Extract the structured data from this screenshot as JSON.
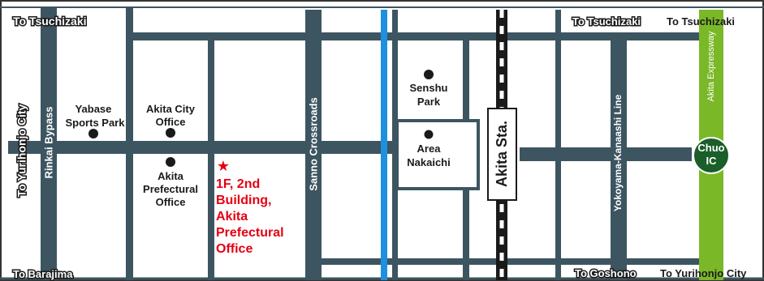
{
  "labels": {
    "to_tsuchizaki_left": "To Tsuchizaki",
    "to_tsuchizaki_right_outline": "To Tsuchizaki",
    "to_tsuchizaki_right": "To Tsuchizaki",
    "to_yurihonjo_city_left": "To Yurihonjo City",
    "to_barajima": "To Barajima",
    "to_goshono": "To Goshono",
    "to_yurihonjo_city_bottom": "To Yurihonjo City"
  },
  "roads": {
    "rinkai_bypass": "Rinkai Bypass",
    "sanno_crossroads": "Sanno Crossroads",
    "yokoyama_kanaashi_line": "Yokoyama-Kanaashi Line",
    "akita_expressway": "Akita Expressway"
  },
  "places": {
    "yabase_line1": "Yabase",
    "yabase_line2": "Sports Park",
    "city_office_line1": "Akita City",
    "city_office_line2": "Office",
    "pref_office_line1": "Akita",
    "pref_office_line2": "Prefectural",
    "pref_office_line3": "Office",
    "senshu_line1": "Senshu",
    "senshu_line2": "Park",
    "area_line1": "Area",
    "area_line2": "Nakaichi",
    "station": "Akita Sta.",
    "chuo_line1": "Chuo",
    "chuo_line2": "IC"
  },
  "destination": {
    "line1": "1F, 2nd",
    "line2": "Building,",
    "line3": "Akita",
    "line4": "Prefectural",
    "line5": "Office"
  },
  "colors": {
    "road": "#3d5561",
    "river": "#1e90e0",
    "expressway": "#7ab828",
    "destination": "#e60012",
    "interchange": "#1a5e2a"
  }
}
